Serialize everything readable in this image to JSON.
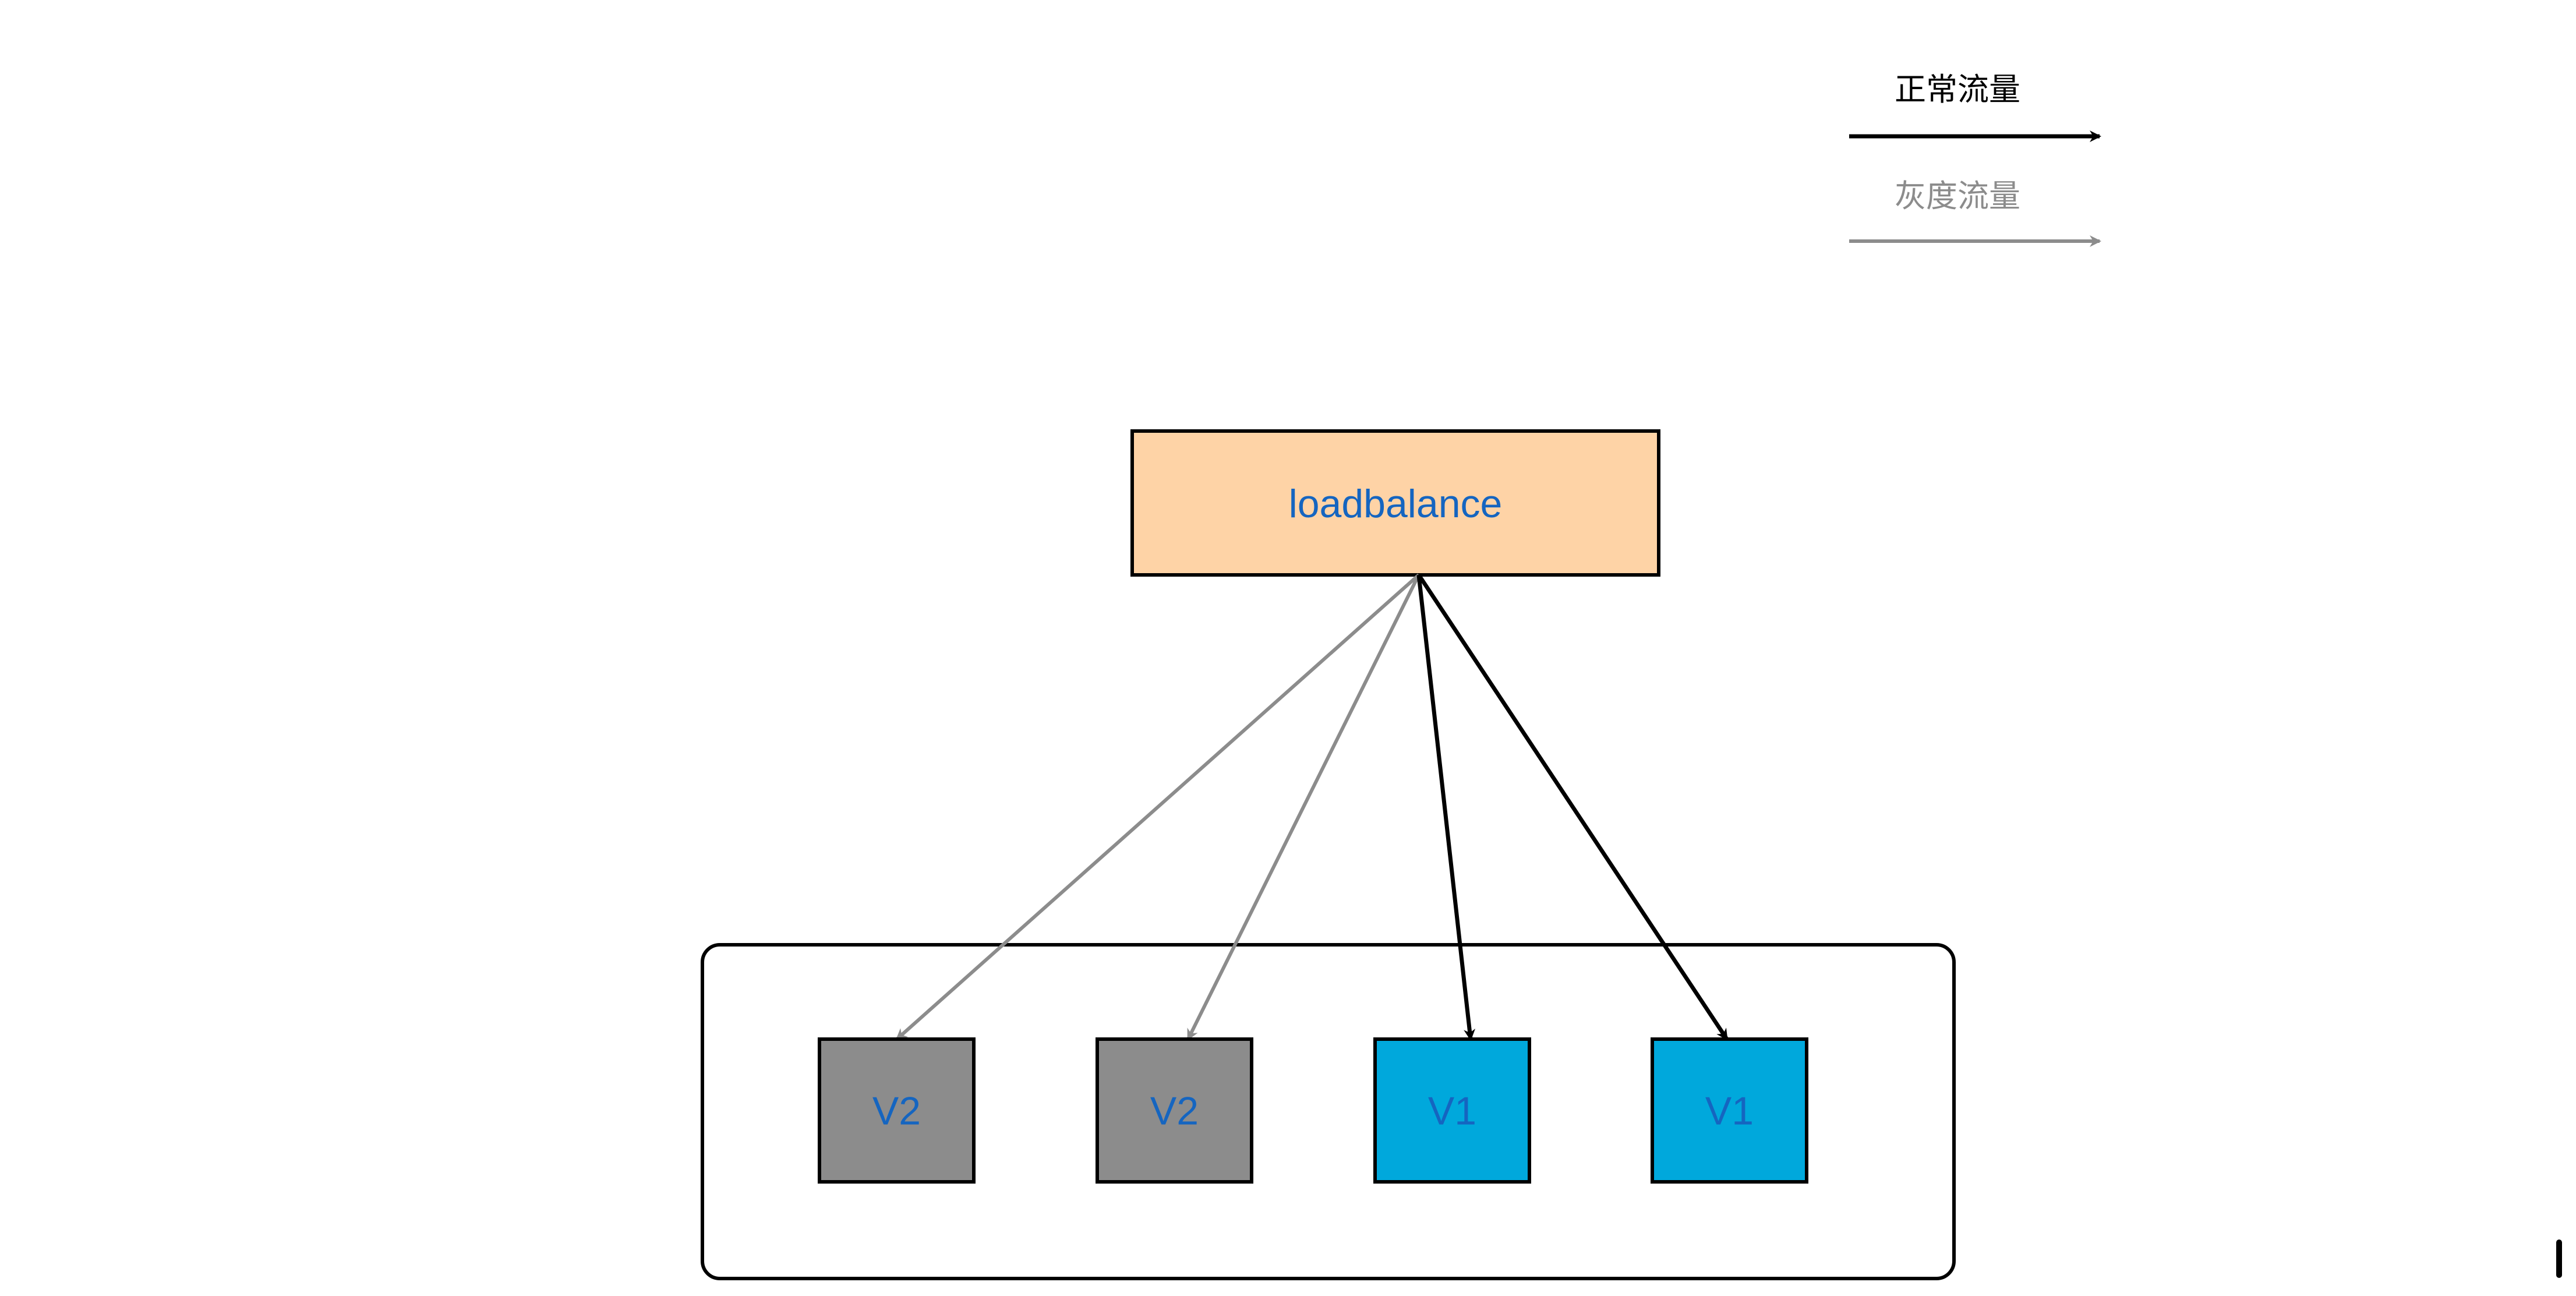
{
  "legend": {
    "normal_label": "正常流量",
    "gray_label": "灰度流量",
    "normal_color": "#000000",
    "gray_color": "#8c8c8c"
  },
  "loadbalancer": {
    "label": "loadbalance",
    "fill": "#fed3a6",
    "label_color": "#1565c0"
  },
  "instances": [
    {
      "label": "V2",
      "version": "v2",
      "fill": "#8c8c8c",
      "traffic": "gray"
    },
    {
      "label": "V2",
      "version": "v2",
      "fill": "#8c8c8c",
      "traffic": "gray"
    },
    {
      "label": "V1",
      "version": "v1",
      "fill": "#00a8dc",
      "traffic": "normal"
    },
    {
      "label": "V1",
      "version": "v1",
      "fill": "#00a8dc",
      "traffic": "normal"
    }
  ],
  "instance_label_color": "#1565c0"
}
